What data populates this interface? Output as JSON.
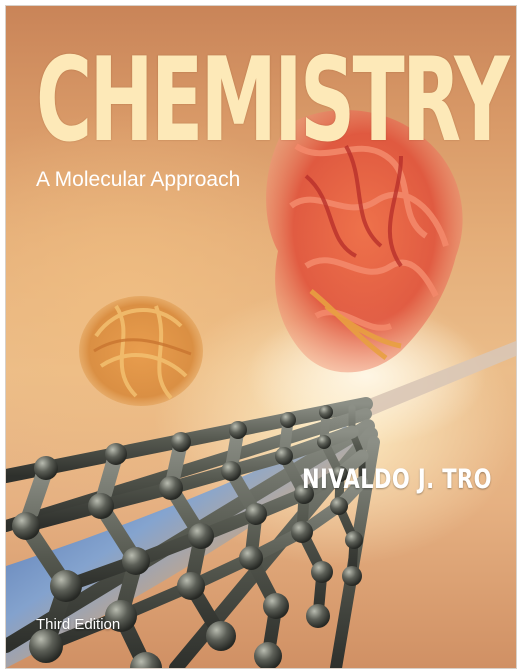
{
  "cover": {
    "title": "CHEMISTRY",
    "subtitle": "A Molecular Approach",
    "author": "NIVALDO J. TRO",
    "edition": "Third Edition"
  },
  "colors": {
    "background_top": "#c98458",
    "background_mid": "#ebbd8a",
    "title": "#fde9b8",
    "protein_large": "#e0503a",
    "protein_small": "#d89040",
    "nanotube_frame": "#4a4d48",
    "nanotube_inner": "#4a70b8"
  },
  "illustration": {
    "elements": [
      "protein-molecule-large",
      "protein-molecule-small",
      "carbon-nanotube"
    ]
  }
}
